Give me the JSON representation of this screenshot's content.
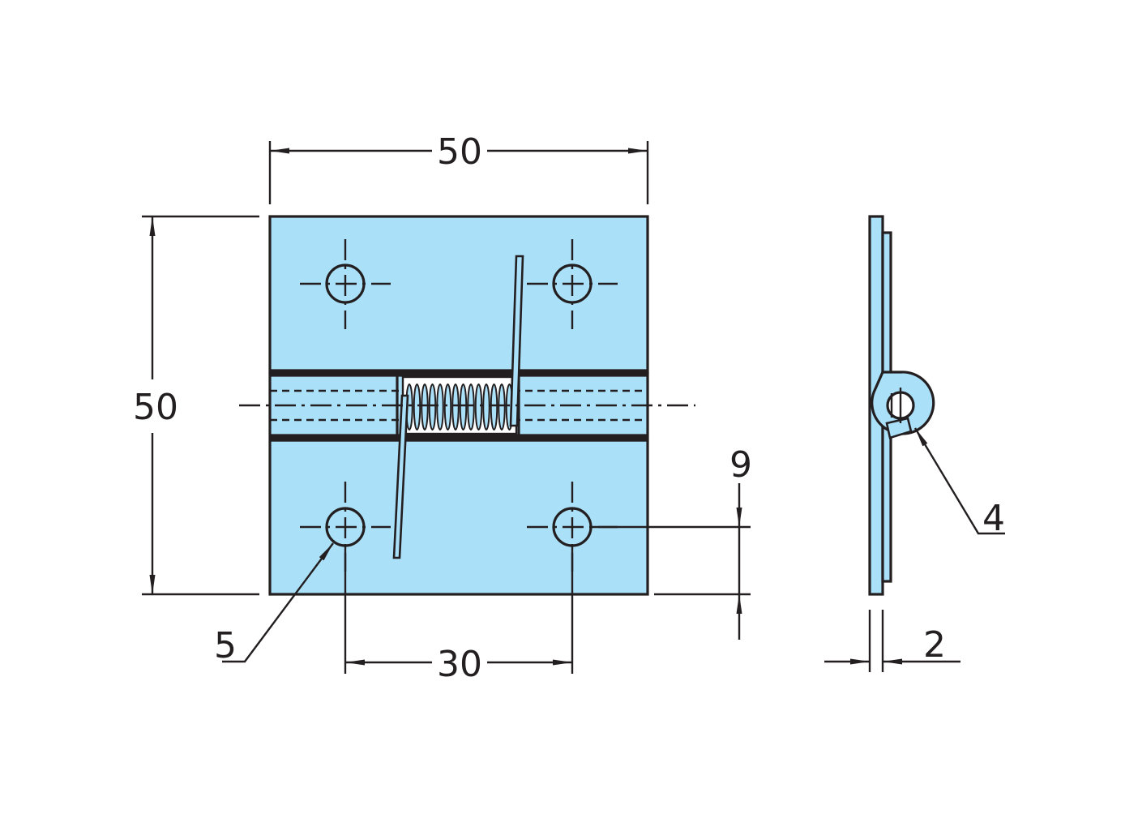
{
  "dimensions": {
    "width": "50",
    "height": "50",
    "hole_spacing": "30",
    "hole_edge_offset": "9",
    "thickness": "2",
    "hole_diameter": "5",
    "pin_diameter": "4"
  },
  "colors": {
    "plate_fill": "#abe0f9",
    "line": "#231f20",
    "background": "#ffffff"
  }
}
